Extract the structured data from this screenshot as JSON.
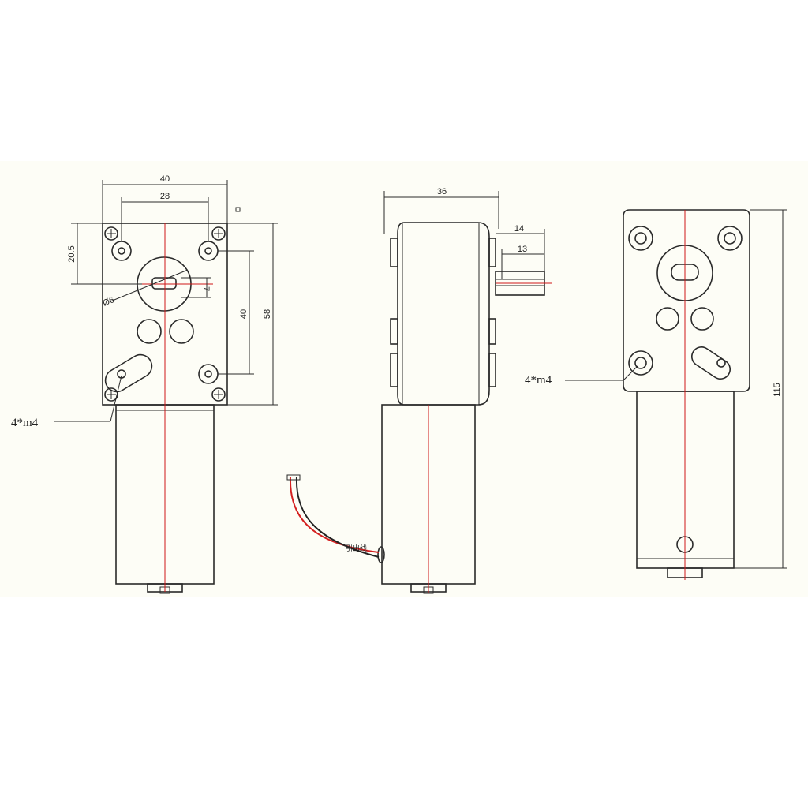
{
  "dimensions": {
    "front_width_outer": "40",
    "front_width_inner": "28",
    "front_offset": "20.5",
    "front_hole_spacing": "40",
    "front_height": "58",
    "shaft_diameter": "Ø6",
    "shaft_flat": "7",
    "side_depth": "36",
    "shaft_length": "14",
    "shaft_flat_length": "13",
    "overall_length": "115"
  },
  "callouts": {
    "mount_holes_front": "4*m4",
    "mount_holes_back": "4*m4",
    "wire_label": "引出线"
  },
  "colors": {
    "background": "#fdfdf6",
    "line": "#2a2a2a",
    "centerline": "#d01818",
    "wire_red": "#d42020",
    "wire_black": "#222222"
  }
}
